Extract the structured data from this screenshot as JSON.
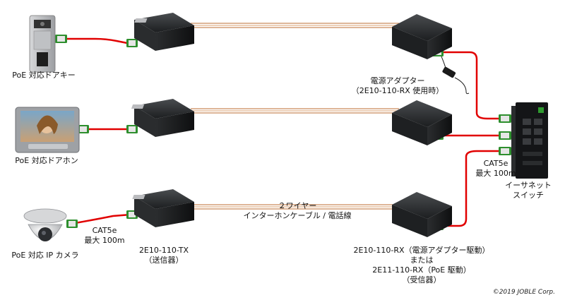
{
  "devices": {
    "doorphone_label": "PoE 対応ドアキー",
    "intercom_label": "PoE 対応ドアホン",
    "camera_label": "PoE 対応 IP カメラ"
  },
  "cable_left": {
    "line1": "CAT5e",
    "line2": "最大 100m"
  },
  "cable_right": {
    "line1": "CAT5e",
    "line2": "最大 100m"
  },
  "tx": {
    "line1": "2E10-110-TX",
    "line2": "（送信器）"
  },
  "adapter": {
    "line1": "電源アダプター",
    "line2": "（2E10-110-RX 使用時）"
  },
  "twowire": {
    "line1": "２ワイヤー",
    "line2": "インターホンケーブル / 電話線"
  },
  "rx": {
    "line1": "2E10-110-RX（電源アダプター駆動）",
    "line2": "または",
    "line3": "2E11-110-RX（PoE 駆動）",
    "line4": "（受信器）"
  },
  "switch": {
    "line1": "イーサネット",
    "line2": "スイッチ"
  },
  "copyright": "©2019 JOBLE Corp.",
  "colors": {
    "cat5e": "#e10000",
    "twowire": "#c98a5a",
    "box": "#1a1c1e",
    "connector_blue": "#1f6bd6",
    "connector_green": "#2f9a2f"
  }
}
